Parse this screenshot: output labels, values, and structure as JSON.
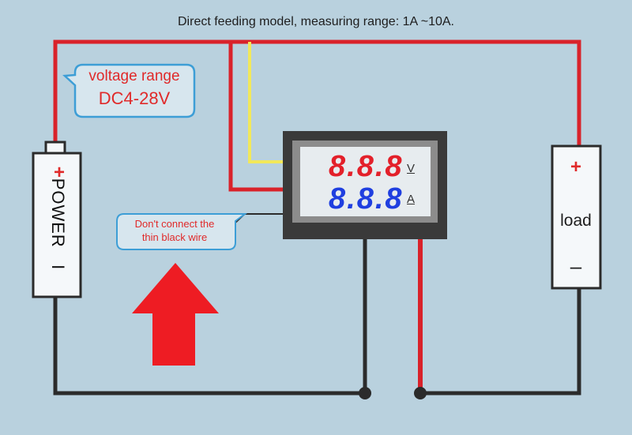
{
  "title": "Direct feeding model, measuring range: 1A ~10A.",
  "voltage_callout": {
    "line1": "voltage range",
    "line2": "DC4-28V"
  },
  "wire_callout": {
    "line1": "Don't connect the",
    "line2": "thin black wire"
  },
  "power": {
    "plus": "+",
    "label": "POWER",
    "minus": "I"
  },
  "load": {
    "plus": "+",
    "label": "load",
    "minus": "–"
  },
  "meter": {
    "voltage_digits": "8.8.8",
    "voltage_unit": "V",
    "current_digits": "8.8.8",
    "current_unit": "A"
  },
  "colors": {
    "background": "#b9d1de",
    "red_wire": "#d9222a",
    "black_wire": "#2b2b2b",
    "yellow_wire": "#f2e85a",
    "callout_border": "#3d9ed6",
    "arrow": "#ee1c23",
    "voltage_display": "#e3202a",
    "current_display": "#1f3fe0"
  }
}
